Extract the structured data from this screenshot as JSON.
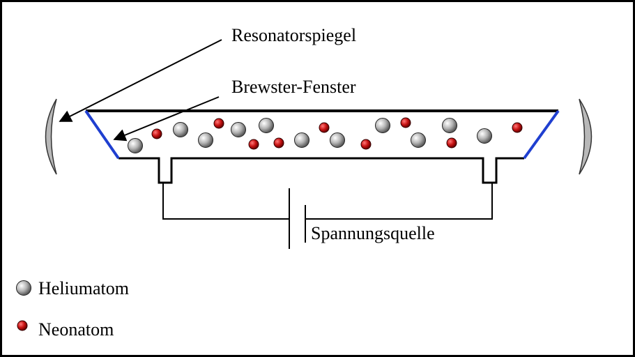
{
  "labels": {
    "mirror": "Resonatorspiegel",
    "window": "Brewster-Fenster",
    "source": "Spannungsquelle"
  },
  "legend": {
    "helium": "Heliumatom",
    "neon": "Neonatom"
  },
  "colors": {
    "frame": "#000000",
    "tube_wall": "#000000",
    "brewster_window": "#1f3fd0",
    "mirror_fill": "#b8b8b8",
    "helium_light": "#ffffff",
    "helium_dark": "#6a6a6a",
    "neon_light": "#ff6a6a",
    "neon_dark": "#8a0000"
  },
  "icons": {
    "helium": "helium-atom-icon",
    "neon": "neon-atom-icon",
    "mirror": "resonator-mirror-icon",
    "battery": "battery-symbol-icon"
  }
}
